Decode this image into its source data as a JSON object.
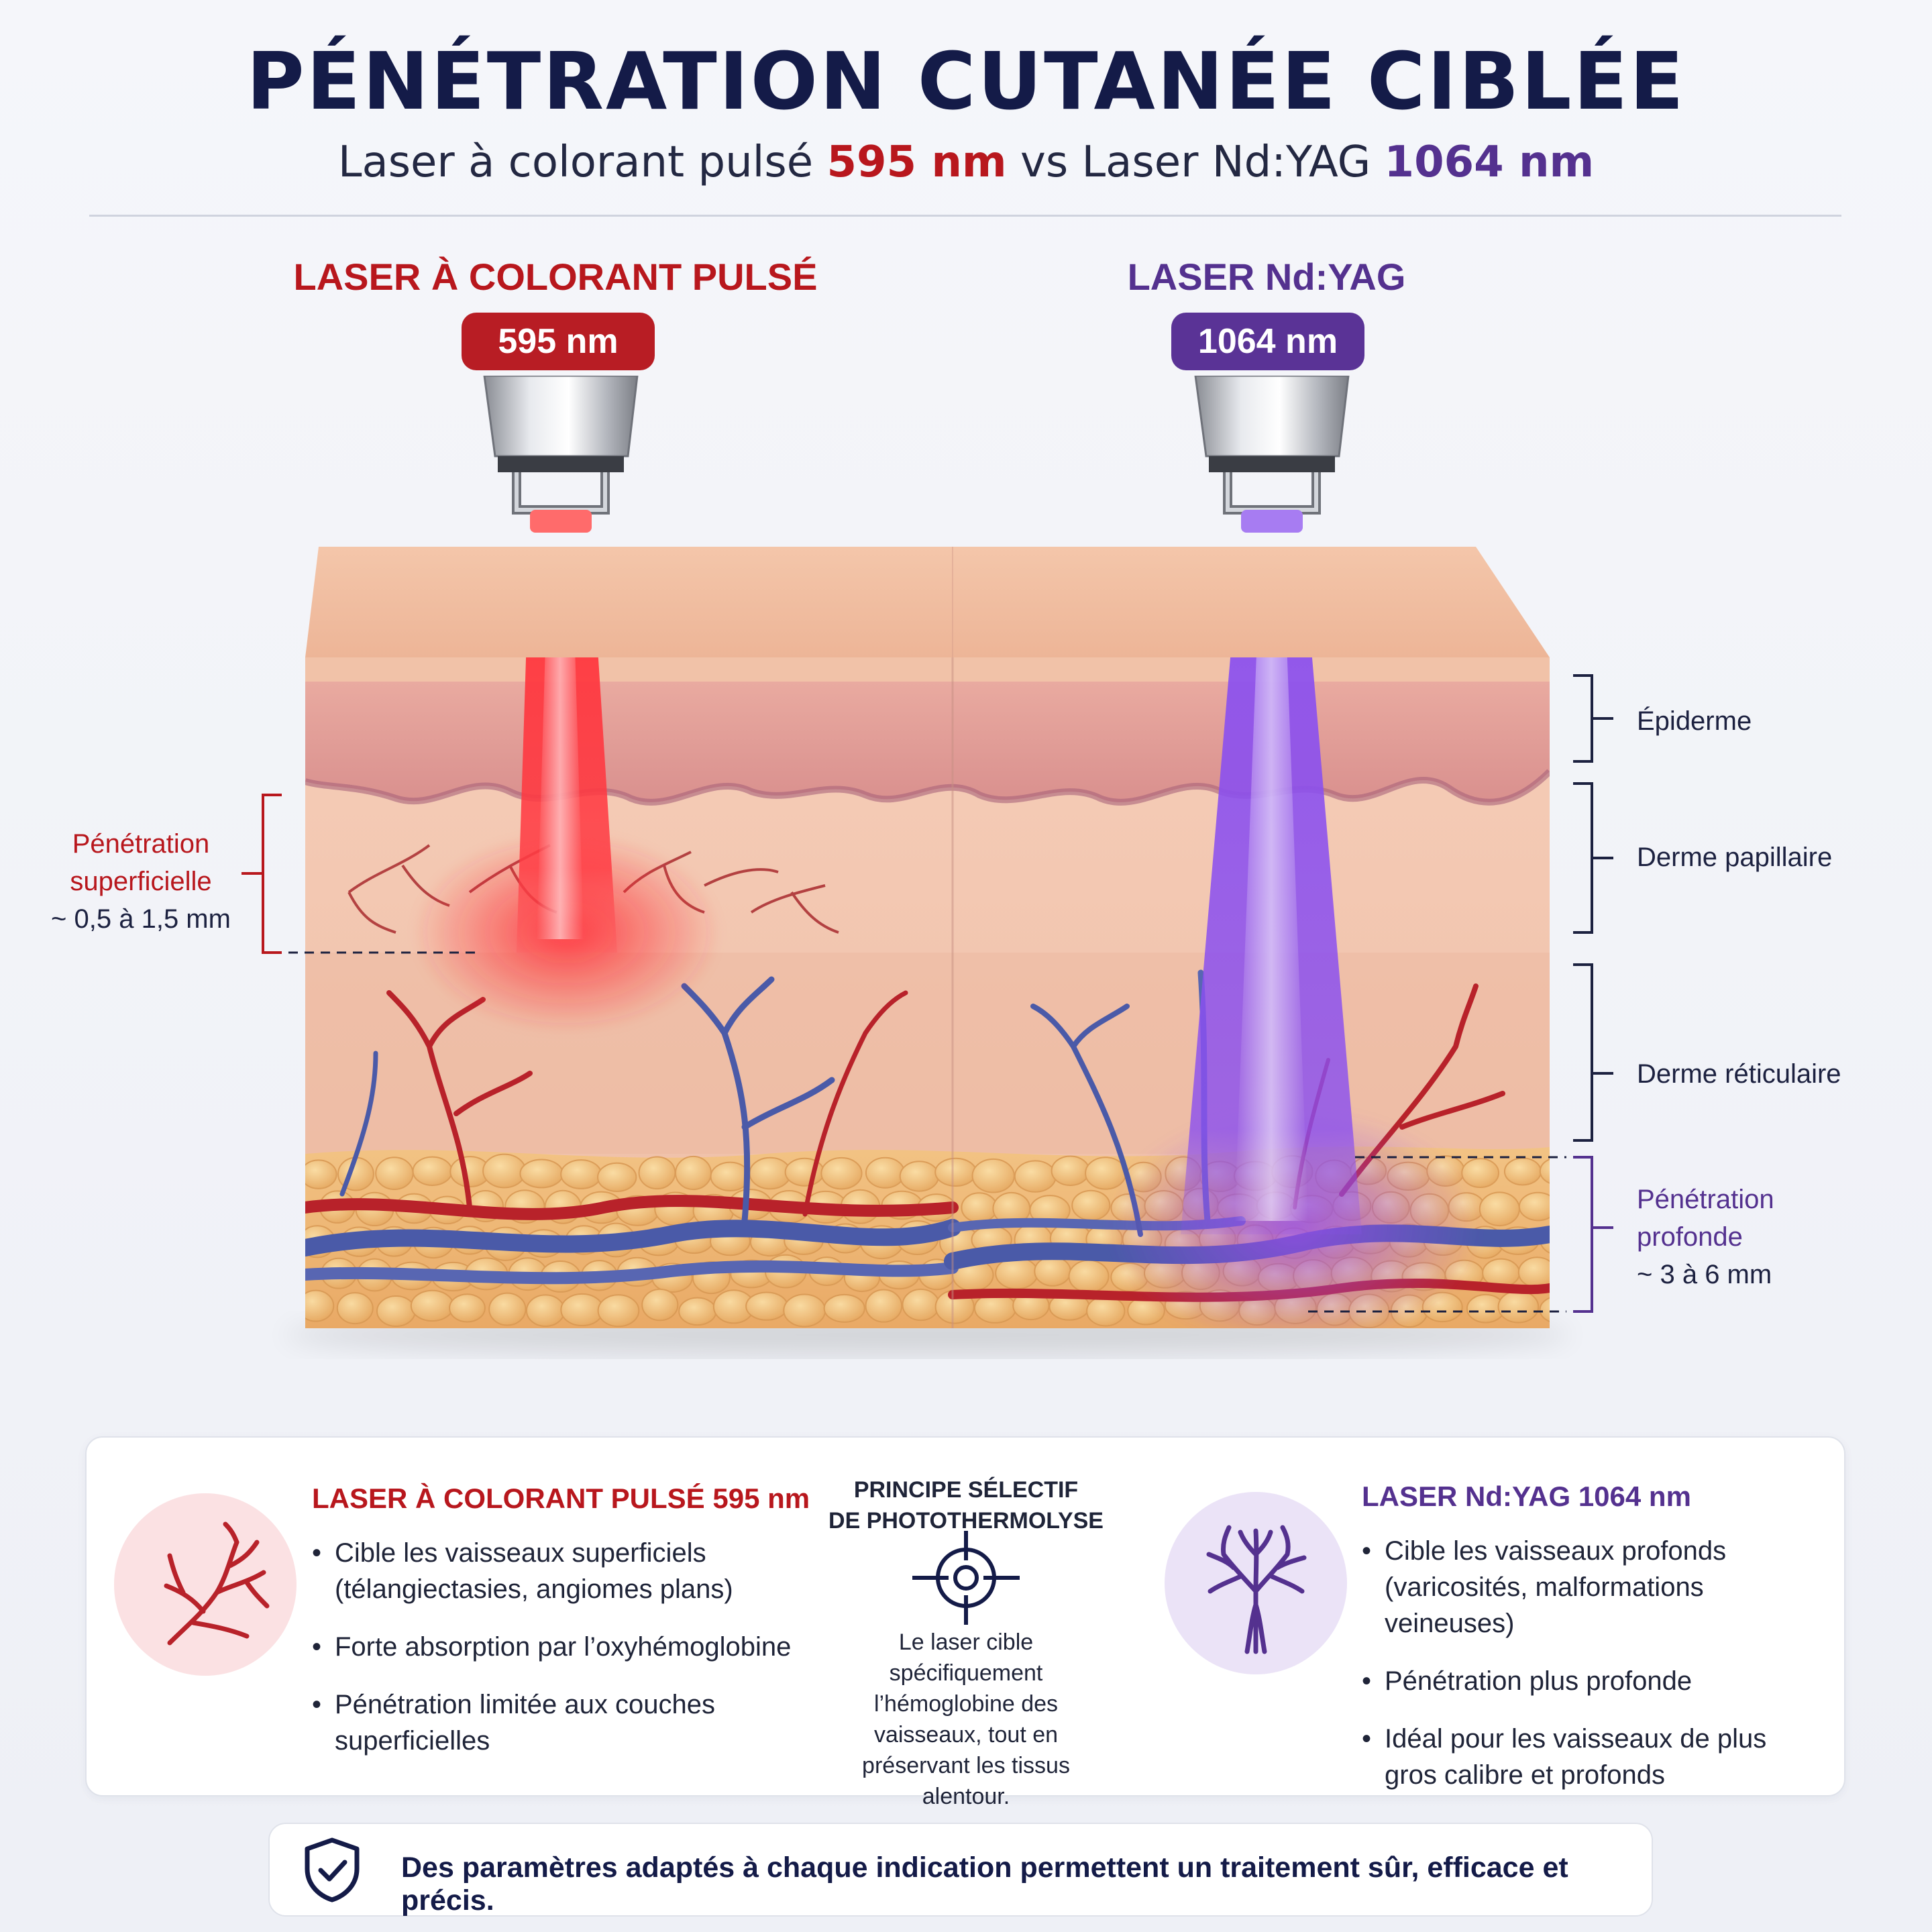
{
  "header": {
    "title": "PÉNÉTRATION CUTANÉE CIBLÉE",
    "subtitle_a": "Laser à colorant pulsé ",
    "subtitle_b": "595 nm",
    "subtitle_c": " vs Laser Nd:YAG ",
    "subtitle_d": "1064 nm"
  },
  "lasers": {
    "pdl": {
      "name": "LASER À COLORANT PULSÉ",
      "wavelength": "595 nm",
      "color": "#b81d24"
    },
    "ndyag": {
      "name": "LASER Nd:YAG",
      "wavelength": "1064 nm",
      "color": "#5a3396"
    }
  },
  "layers": {
    "epidermis": "Épiderme",
    "papillary": "Derme papillaire",
    "reticular": "Derme réticulaire"
  },
  "penetration": {
    "superficial_line1": "Pénétration",
    "superficial_line2": "superficielle",
    "superficial_depth": "~ 0,5 à 1,5 mm",
    "deep_line1": "Pénétration",
    "deep_line2": "profonde",
    "deep_depth": "~ 3 à 6 mm"
  },
  "summary": {
    "pdl_title": "LASER À COLORANT PULSÉ 595 nm",
    "pdl_bullets": [
      "Cible les vaisseaux superficiels (télangiectasies, angiomes plans)",
      "Forte absorption par l’oxyhémoglobine",
      "Pénétration limitée aux couches superficielles"
    ],
    "principle_title_1": "PRINCIPE SÉLECTIF",
    "principle_title_2": "DE PHOTOTHERMOLYSE",
    "principle_text": "Le laser cible spécifiquement l’hémoglobine des vaisseaux, tout en préservant les tissus alentour.",
    "ndyag_title": "LASER Nd:YAG 1064 nm",
    "ndyag_bullets": [
      "Cible les vaisseaux profonds (varicosités, malformations veineuses)",
      "Pénétration plus profonde",
      "Idéal pour les vaisseaux de plus gros calibre et profonds"
    ]
  },
  "footer": {
    "text": "Des paramètres adaptés à chaque indication permettent un traitement sûr, efficace et précis."
  },
  "colors": {
    "navy": "#141b48",
    "red": "#b8171d",
    "purple": "#54318f",
    "vein": "#4a5aa8",
    "artery": "#b8222a"
  }
}
